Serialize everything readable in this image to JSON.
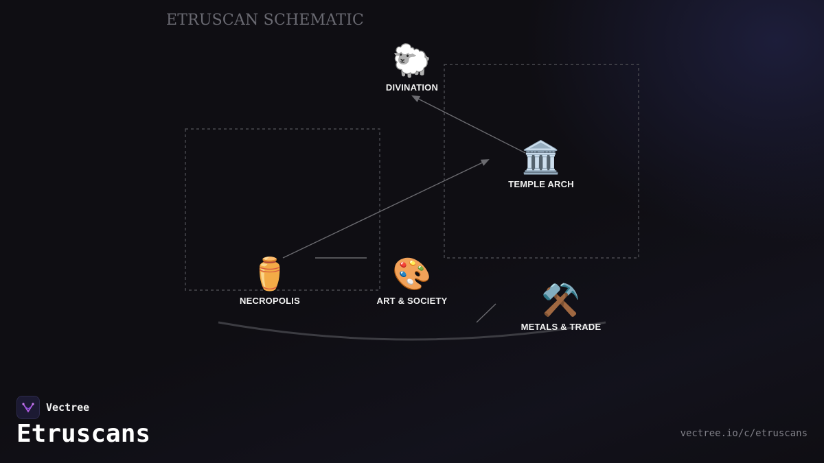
{
  "diagram": {
    "title": "ETRUSCAN SCHEMATIC",
    "nodes": [
      {
        "id": "divination",
        "label": "DIVINATION",
        "icon": "sheep-icon",
        "glyph": "🐑"
      },
      {
        "id": "temple-arch",
        "label": "TEMPLE ARCH",
        "icon": "classical-building-icon",
        "glyph": "🏛️"
      },
      {
        "id": "necropolis",
        "label": "NECROPOLIS",
        "icon": "amphora-urn-icon",
        "glyph": "⚱️"
      },
      {
        "id": "art-society",
        "label": "ART & SOCIETY",
        "icon": "artist-palette-icon",
        "glyph": "🎨"
      },
      {
        "id": "metals-trade",
        "label": "METALS & TRADE",
        "icon": "hammer-and-pick-icon",
        "glyph": "⚒️"
      }
    ],
    "edges": [
      {
        "from": "temple-arch",
        "to": "divination",
        "arrow": true
      },
      {
        "from": "necropolis",
        "to": "temple-arch",
        "arrow": true
      },
      {
        "from": "necropolis",
        "to": "art-society",
        "arrow": false
      },
      {
        "from": "art-society",
        "to": "metals-trade",
        "arrow": false
      }
    ],
    "colors": {
      "background": "#0f0e13",
      "edge": "#6b6b70",
      "group_border": "#4a4a50",
      "label": "#f2f2f2"
    }
  },
  "footer": {
    "brand_name": "Vectree",
    "brand_icon": "vectree-logo-icon",
    "page_title": "Etruscans",
    "url": "vectree.io/c/etruscans"
  }
}
